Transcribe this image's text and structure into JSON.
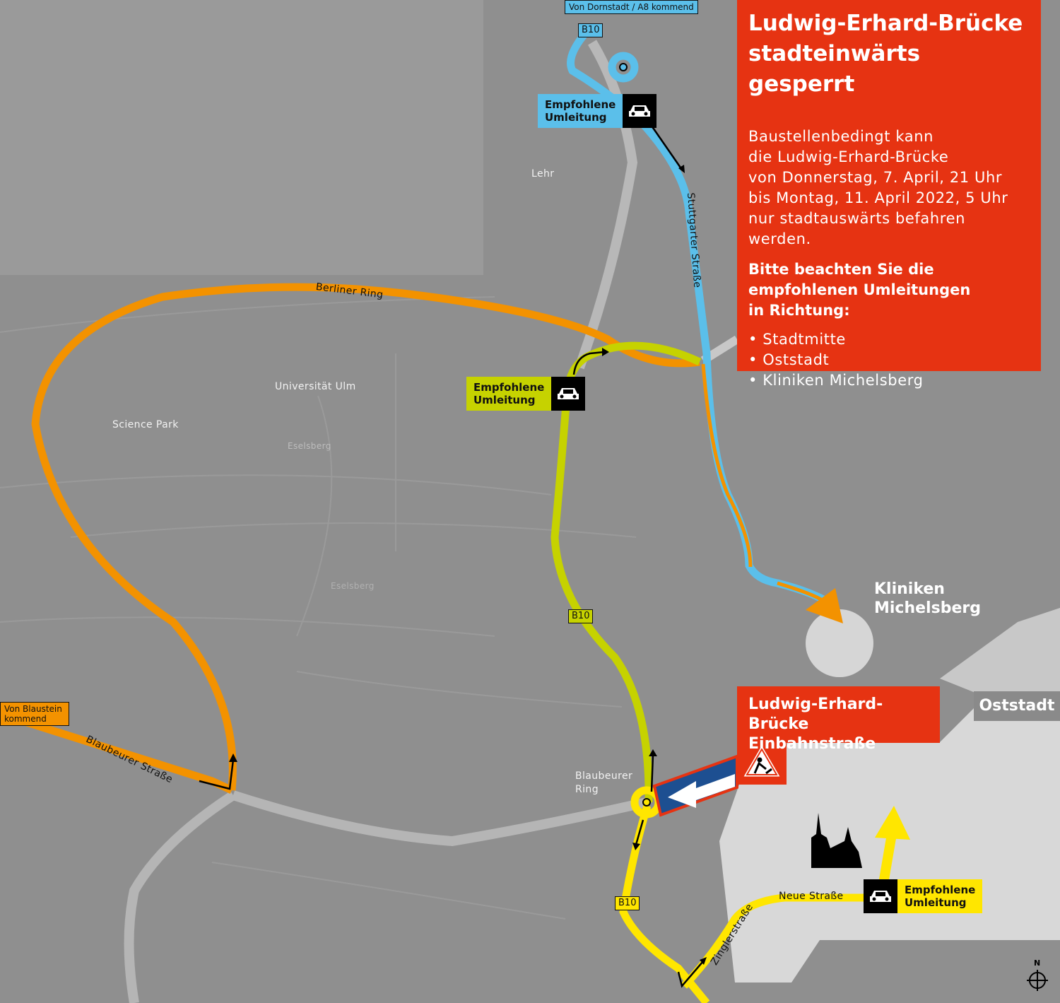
{
  "notice": {
    "title_line1": "Ludwig-Erhard-Brücke",
    "title_line2": "stadteinwärts gesperrt",
    "body_lines": [
      "Baustellenbedingt kann",
      "die Ludwig-Erhard-Brücke",
      "von Donnerstag, 7. April, 21 Uhr",
      "bis Montag, 11. April 2022, 5 Uhr",
      "nur stadtauswärts befahren",
      "werden."
    ],
    "hint_lines": [
      "Bitte beachten Sie die",
      "empfohlenen Umleitungen",
      "in Richtung:"
    ],
    "destinations": [
      "Stadtmitte",
      "Oststadt",
      "Kliniken Michelsberg"
    ]
  },
  "bridge": {
    "line1": "Ludwig-Erhard-Brücke",
    "line2": "Einbahnstraße"
  },
  "places": {
    "kliniken_line1": "Kliniken",
    "kliniken_line2": "Michelsberg",
    "oststadt": "Oststadt",
    "lehr": "Lehr",
    "universitaet": "Universität Ulm",
    "science_park": "Science Park",
    "eselsberg_1": "Eselsberg",
    "eselsberg_2": "Eselsberg",
    "blaubeurer_ring_line1": "Blaubeurer",
    "blaubeurer_ring_line2": "Ring"
  },
  "streets": {
    "berliner_ring": "Berliner Ring",
    "stuttgarter_strasse": "Stuttgarter Straße",
    "blaubeurer_strasse": "Blaubeurer Straße",
    "neue_strasse": "Neue Straße",
    "zinglerstrasse": "Zinglerstraße"
  },
  "origins": {
    "dornstadt": "Von Dornstadt / A8 kommend",
    "blaustein_line1": "Von Blaustein",
    "blaustein_line2": "kommend"
  },
  "road_numbers": {
    "b10": "B10"
  },
  "detour_sign": {
    "line1": "Empfohlene",
    "line2": "Umleitung"
  },
  "compass": "N",
  "colors": {
    "route_blue": "#5bbfea",
    "route_lime": "#c6d200",
    "route_orange": "#f39200",
    "route_yellow": "#ffe600",
    "notice_red": "#e63312",
    "map_gray": "#8f8f8f"
  }
}
